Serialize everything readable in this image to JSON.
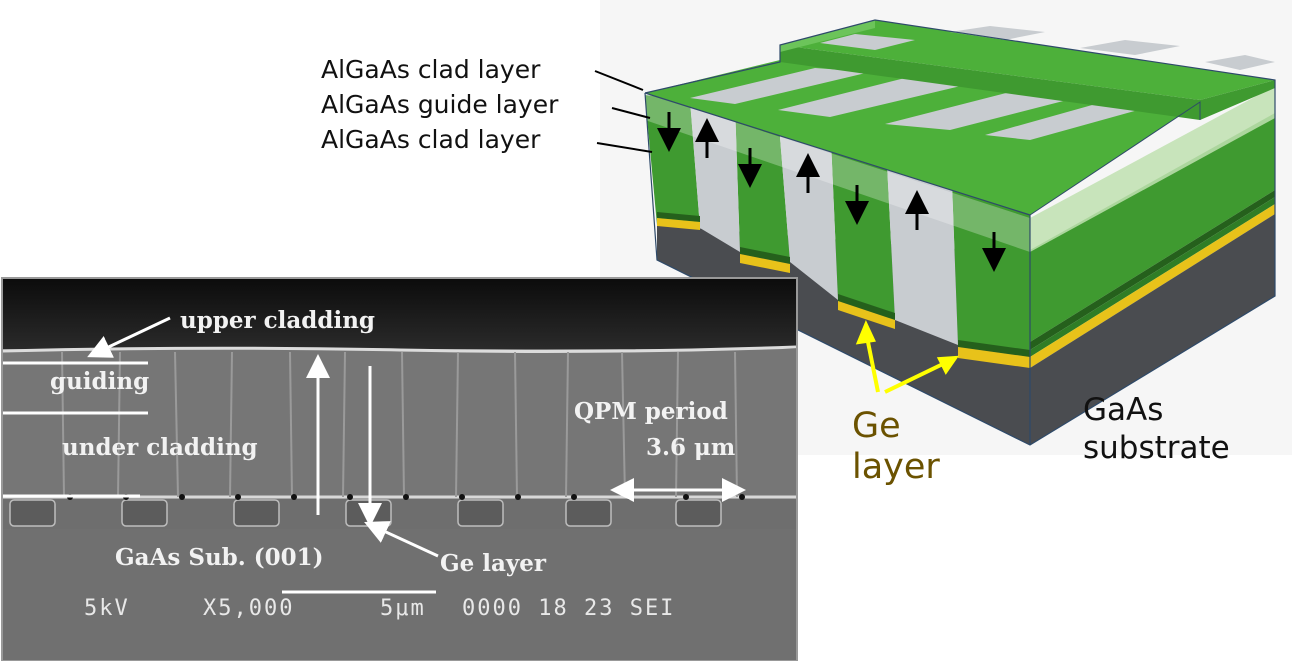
{
  "labels_3d": {
    "top_clad": "AlGaAs clad layer",
    "guide": "AlGaAs guide layer",
    "bottom_clad": "AlGaAs clad layer",
    "ge_line1": "Ge",
    "ge_line2": "layer",
    "gaas_line1": "GaAs",
    "gaas_line2": "substrate"
  },
  "sem": {
    "upper_cladding": "upper cladding",
    "guiding": "guiding",
    "under_cladding": "under cladding",
    "qpm_period": "QPM period",
    "qpm_value": "3.6 μm",
    "substrate": "GaAs Sub. (001)",
    "ge_layer": "Ge layer",
    "info_kv": "5kV",
    "info_mag": "X5,000",
    "info_scale": "5μm",
    "info_rest": "0000  18 23  SEI"
  },
  "colors": {
    "green": "#4db03a",
    "green_dark": "#2f7d26",
    "gray_stripe": "#c8ccd0",
    "substrate": "#4a4c50",
    "ge_yellow": "#e8c21a",
    "ge_label": "#6b5200",
    "pointer_yellow": "#ffff00"
  }
}
